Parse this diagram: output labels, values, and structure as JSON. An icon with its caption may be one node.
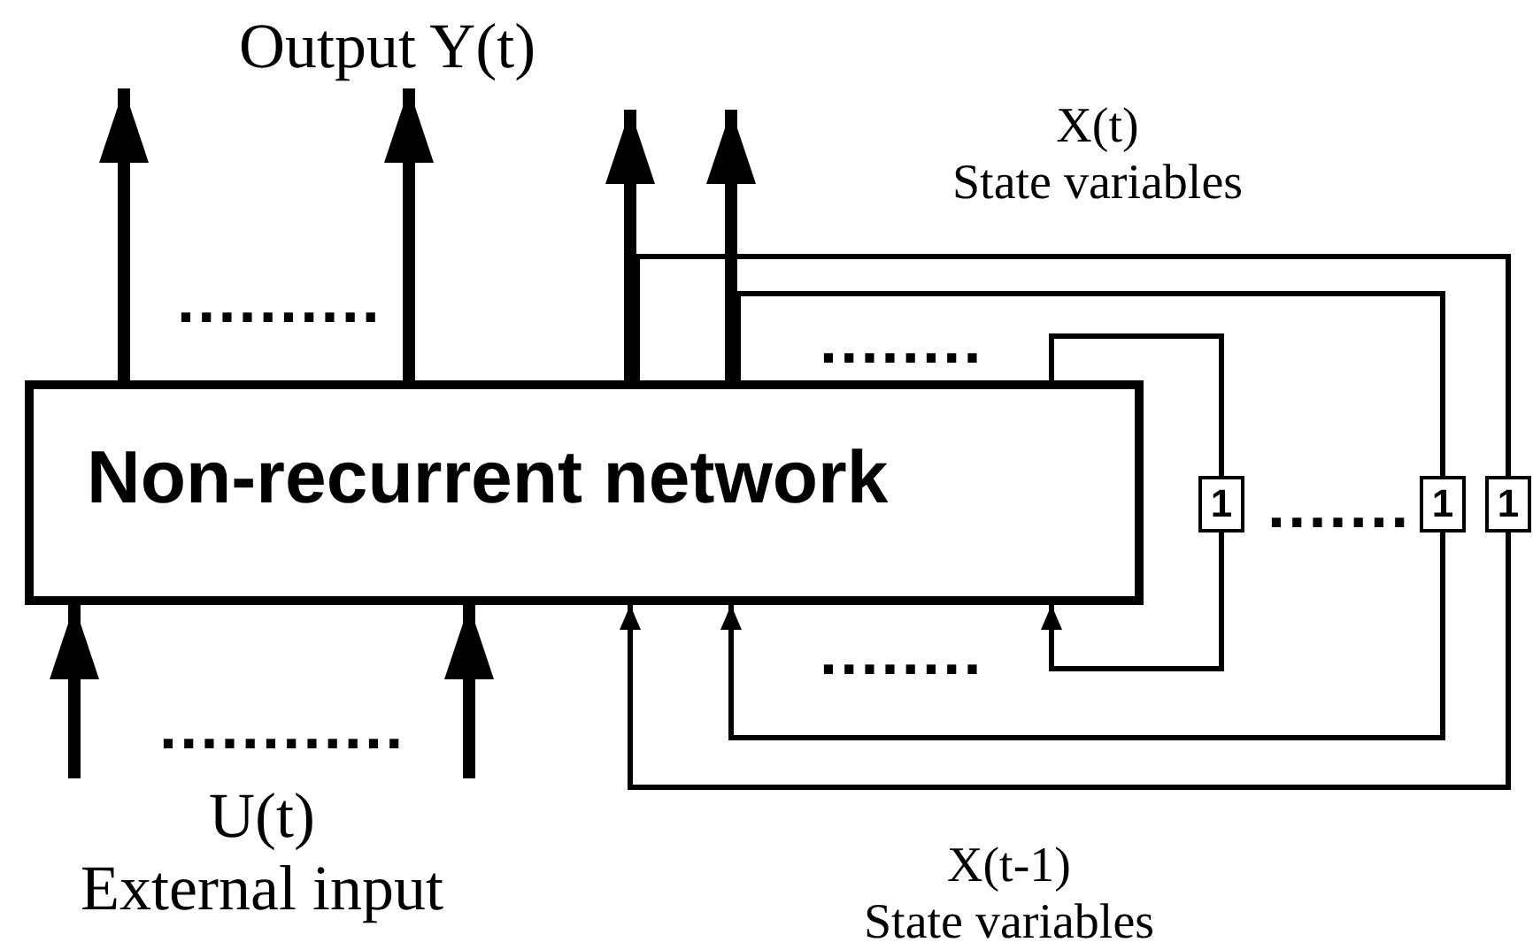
{
  "diagram": {
    "nodes": [
      {
        "text": [
          "Non-recurrent network"
        ]
      },
      {
        "text": [
          "1"
        ]
      },
      {
        "text": [
          "1"
        ]
      },
      {
        "text": [
          "1"
        ]
      },
      {
        "text": [
          "Output Y(t)"
        ]
      },
      {
        "text": [
          "U(t) External input"
        ]
      }
    ],
    "edges": [
      {
        "from": 0,
        "to": 4,
        "arrow": "to",
        "style": "thick"
      },
      {
        "from": 0,
        "to": 4,
        "arrow": "to",
        "style": "thick"
      },
      {
        "from": 0,
        "to": null,
        "arrow": "to",
        "style": "thick"
      },
      {
        "from": 0,
        "to": null,
        "arrow": "to",
        "style": "thick"
      },
      {
        "from": 5,
        "to": 0,
        "arrow": "to",
        "style": "thick"
      },
      {
        "from": 5,
        "to": 0,
        "arrow": "to",
        "style": "thick"
      },
      {
        "from": 0,
        "to": 1,
        "arrow": "none"
      },
      {
        "from": 1,
        "to": 0,
        "arrow": "to"
      },
      {
        "from": 0,
        "to": 2,
        "arrow": "none"
      },
      {
        "from": 2,
        "to": 0,
        "arrow": "to"
      },
      {
        "from": 0,
        "to": 3,
        "arrow": "none"
      },
      {
        "from": 3,
        "to": 0,
        "arrow": "to"
      }
    ],
    "labels": [
      "X(t) State variables",
      "..........",
      "........",
      ".......",
      "........",
      "............",
      "X(t-1) State variables"
    ]
  }
}
